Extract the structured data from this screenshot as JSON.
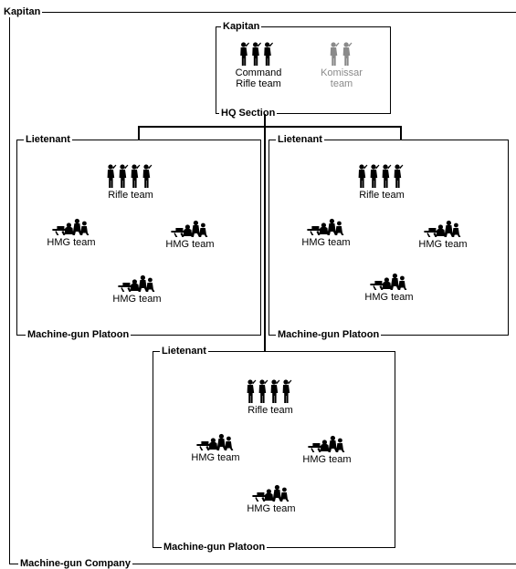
{
  "company": {
    "commander": "Kapitan",
    "name": "Machine-gun Company"
  },
  "hq": {
    "commander": "Kapitan",
    "name": "HQ Section",
    "teams": [
      {
        "label_line1": "Command",
        "label_line2": "Rifle team",
        "icon": "rifle-squad-3-icon"
      },
      {
        "label_line1": "Komissar",
        "label_line2": "team",
        "icon": "komissar-squad-icon",
        "color": "#8a8a8a"
      }
    ]
  },
  "platoons": [
    {
      "commander": "Lietenant",
      "name": "Machine-gun Platoon",
      "rifle_team": "Rifle team",
      "hmg_teams": [
        "HMG team",
        "HMG team",
        "HMG team"
      ]
    },
    {
      "commander": "Lietenant",
      "name": "Machine-gun Platoon",
      "rifle_team": "Rifle team",
      "hmg_teams": [
        "HMG team",
        "HMG team",
        "HMG team"
      ]
    },
    {
      "commander": "Lietenant",
      "name": "Machine-gun Platoon",
      "rifle_team": "Rifle team",
      "hmg_teams": [
        "HMG team",
        "HMG team",
        "HMG team"
      ]
    }
  ],
  "icons": {
    "rifle_team": "rifle-squad-icon",
    "hmg_team": "hmg-crew-icon"
  }
}
